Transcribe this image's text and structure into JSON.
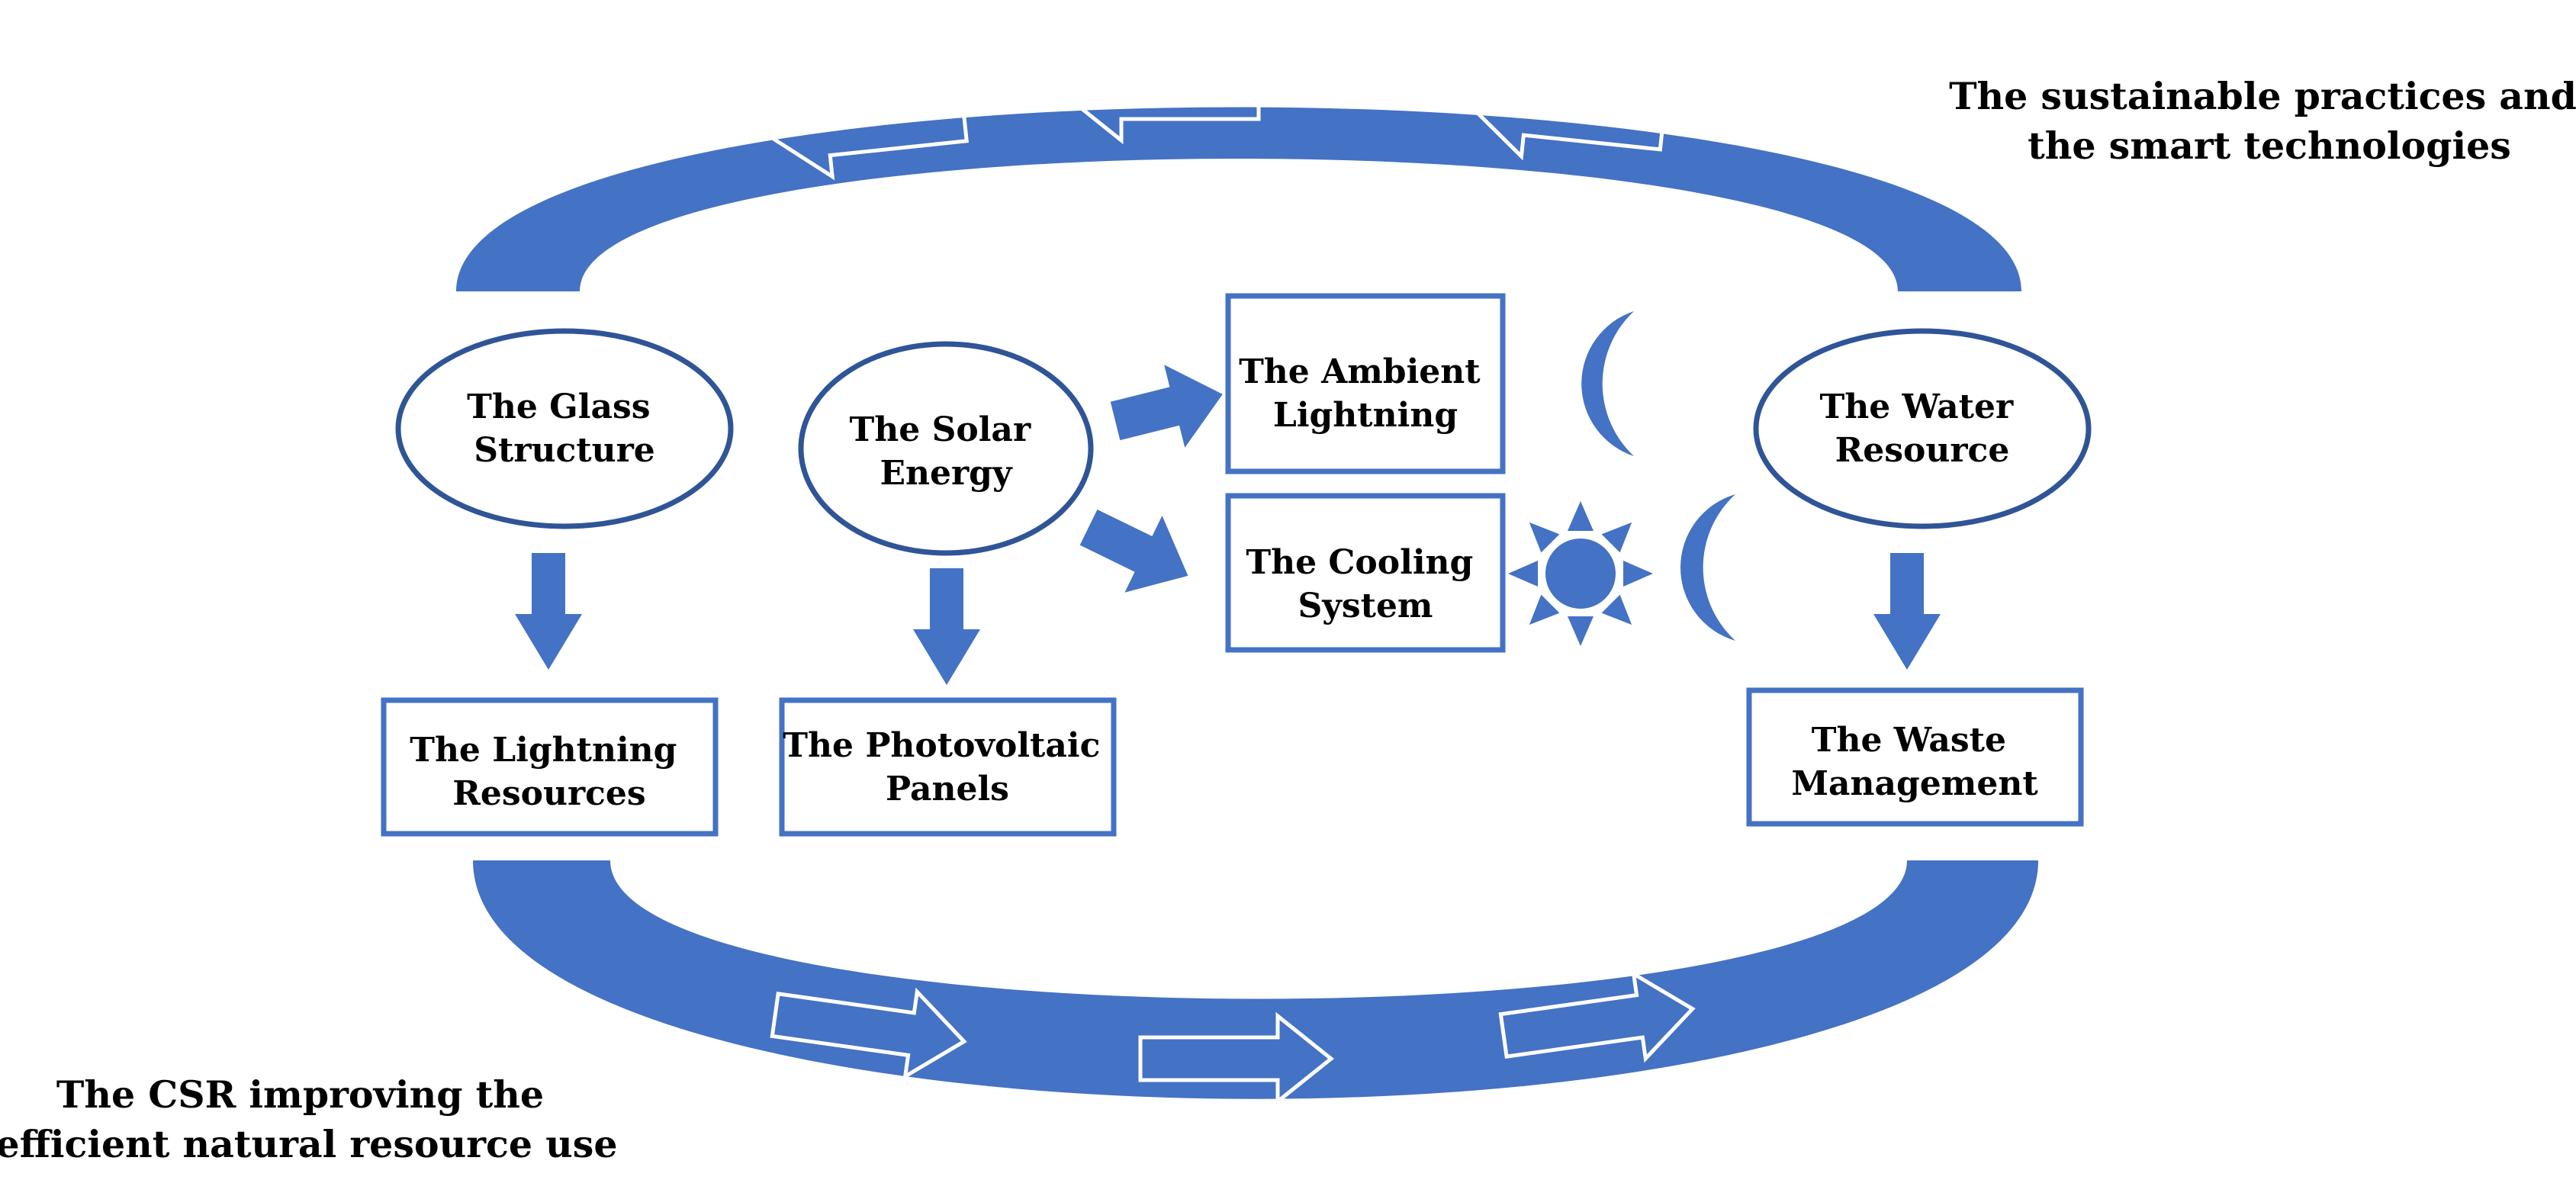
{
  "colors": {
    "accent": "#4472c4",
    "outline": "#2f5597",
    "text": "#000000",
    "background": "#ffffff"
  },
  "captions": {
    "top_right": [
      "The sustainable practices and",
      "the smart technologies"
    ],
    "bottom_left": [
      "The CSR improving the",
      "efficient natural resource use"
    ]
  },
  "nodes": {
    "glass_structure": [
      "The Glass",
      "Structure"
    ],
    "solar_energy": [
      "The Solar",
      "Energy"
    ],
    "water_resource": [
      "The Water",
      "Resource"
    ],
    "ambient_lightning": [
      "The Ambient",
      "Lightning"
    ],
    "cooling_system": [
      "The Cooling",
      "System"
    ],
    "lightning_resources": [
      "The Lightning",
      "Resources"
    ],
    "photovoltaic_panels": [
      "The Photovoltaic",
      "Panels"
    ],
    "waste_management": [
      "The Waste",
      "Management"
    ]
  },
  "icons": [
    "moon-icon",
    "moon-icon",
    "sun-icon"
  ],
  "edges": [
    {
      "from": "glass_structure",
      "to": "lightning_resources"
    },
    {
      "from": "solar_energy",
      "to": "photovoltaic_panels"
    },
    {
      "from": "solar_energy",
      "to": "ambient_lightning"
    },
    {
      "from": "solar_energy",
      "to": "cooling_system"
    },
    {
      "from": "water_resource",
      "to": "waste_management"
    }
  ],
  "cycle": {
    "top_arc_direction": "right-to-left",
    "bottom_arc_direction": "left-to-right"
  }
}
